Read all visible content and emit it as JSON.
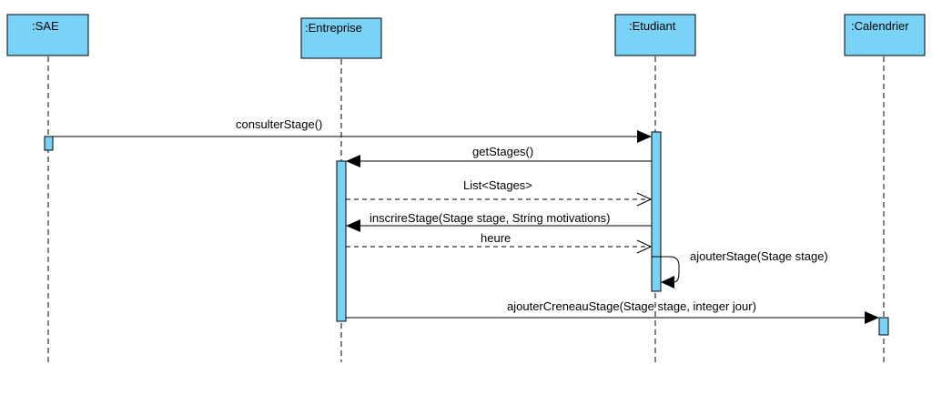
{
  "diagram": {
    "type": "sequence",
    "colors": {
      "box_fill": "#7ad3f6",
      "line": "#000000"
    },
    "participants": [
      {
        "id": "sae",
        "label": ":SAE"
      },
      {
        "id": "entreprise",
        "label": ":Entreprise"
      },
      {
        "id": "etudiant",
        "label": ":Etudiant"
      },
      {
        "id": "calendrier",
        "label": ":Calendrier"
      }
    ],
    "messages": [
      {
        "id": "m1",
        "from": "sae",
        "to": "etudiant",
        "label": "consulterStage()",
        "kind": "sync"
      },
      {
        "id": "m2",
        "from": "etudiant",
        "to": "entreprise",
        "label": "getStages()",
        "kind": "sync"
      },
      {
        "id": "m3",
        "from": "entreprise",
        "to": "etudiant",
        "label": "List<Stages>",
        "kind": "return"
      },
      {
        "id": "m4",
        "from": "etudiant",
        "to": "entreprise",
        "label": "inscrireStage(Stage stage, String motivations)",
        "kind": "sync"
      },
      {
        "id": "m5",
        "from": "entreprise",
        "to": "etudiant",
        "label": "heure",
        "kind": "return"
      },
      {
        "id": "m6",
        "from": "etudiant",
        "to": "etudiant",
        "label": "ajouterStage(Stage stage)",
        "kind": "self"
      },
      {
        "id": "m7",
        "from": "entreprise",
        "to": "calendrier",
        "label": "ajouterCreneauStage(Stage stage, integer jour)",
        "kind": "sync"
      }
    ]
  }
}
